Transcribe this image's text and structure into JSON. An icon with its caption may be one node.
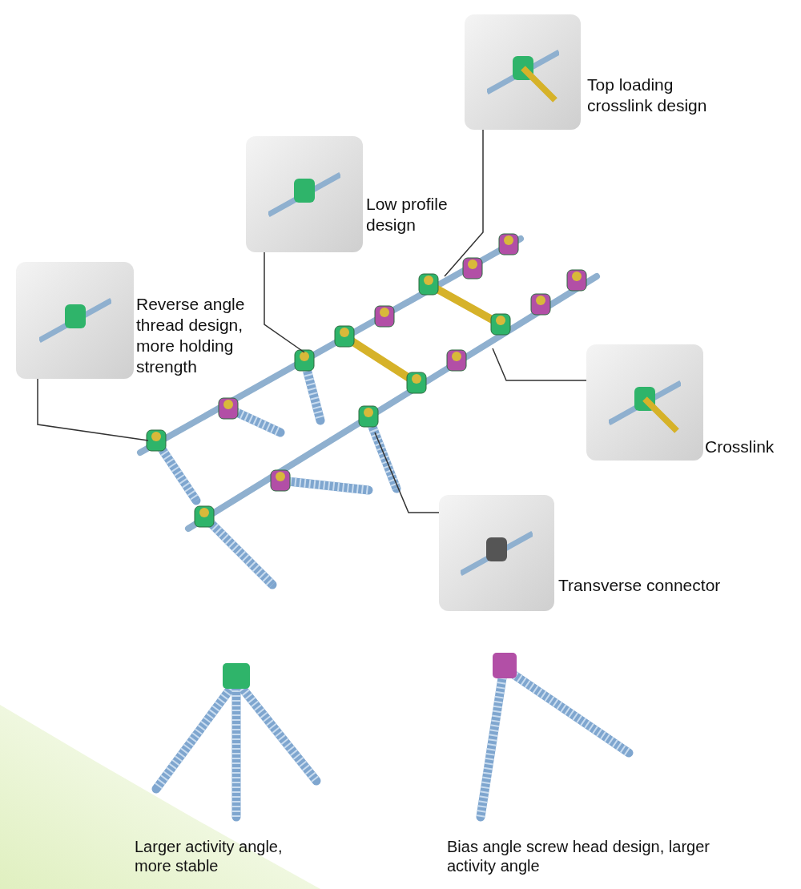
{
  "diagram": {
    "nodes": [
      {
        "text": [
          "Top loading crosslink design"
        ]
      },
      {
        "text": [
          "Low profile design"
        ]
      },
      {
        "text": [
          "Reverse angle thread design, more holding strength"
        ]
      },
      {
        "text": [
          "Crosslink"
        ]
      },
      {
        "text": [
          "Transverse connector"
        ]
      }
    ],
    "edges": [
      {
        "from": 0,
        "to": null,
        "arrow": "none"
      },
      {
        "from": 1,
        "to": null,
        "arrow": "none"
      },
      {
        "from": 2,
        "to": null,
        "arrow": "none"
      },
      {
        "from": 3,
        "to": null,
        "arrow": "none"
      },
      {
        "from": 4,
        "to": null,
        "arrow": "none"
      }
    ],
    "labels": [
      "Larger activity angle, more stable",
      "Bias angle screw head design, larger activity angle"
    ]
  }
}
